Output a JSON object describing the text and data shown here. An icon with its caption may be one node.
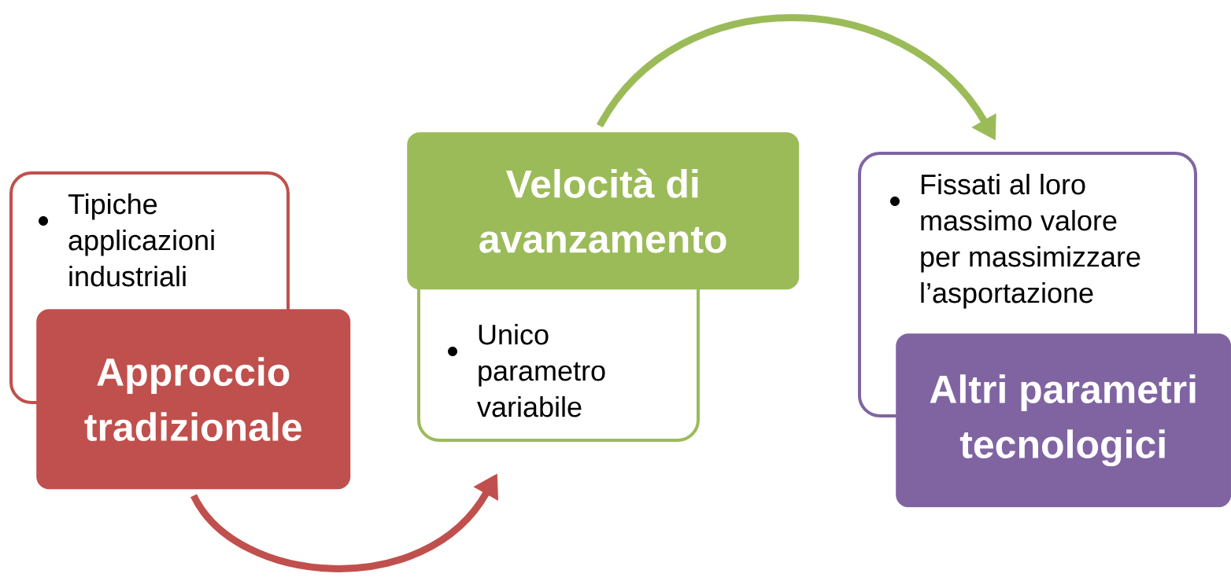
{
  "diagram": {
    "nodes": [
      {
        "text": [
          "Tipiche applicazioni industriali"
        ]
      },
      {
        "text": [
          "Approccio tradizionale"
        ]
      },
      {
        "text": [
          "Velocità di avanzamento"
        ]
      },
      {
        "text": [
          "Unico parametro variabile"
        ]
      },
      {
        "text": [
          "Fissati al loro massimo valore per massimizzare l’asportazione"
        ]
      },
      {
        "text": [
          "Altri parametri tecnologici"
        ]
      }
    ],
    "edges": [
      {
        "from": 1,
        "to": 3,
        "arrow": "to",
        "color": "#c0504d"
      },
      {
        "from": 2,
        "to": 4,
        "arrow": "to",
        "color": "#9bbb59"
      }
    ]
  }
}
